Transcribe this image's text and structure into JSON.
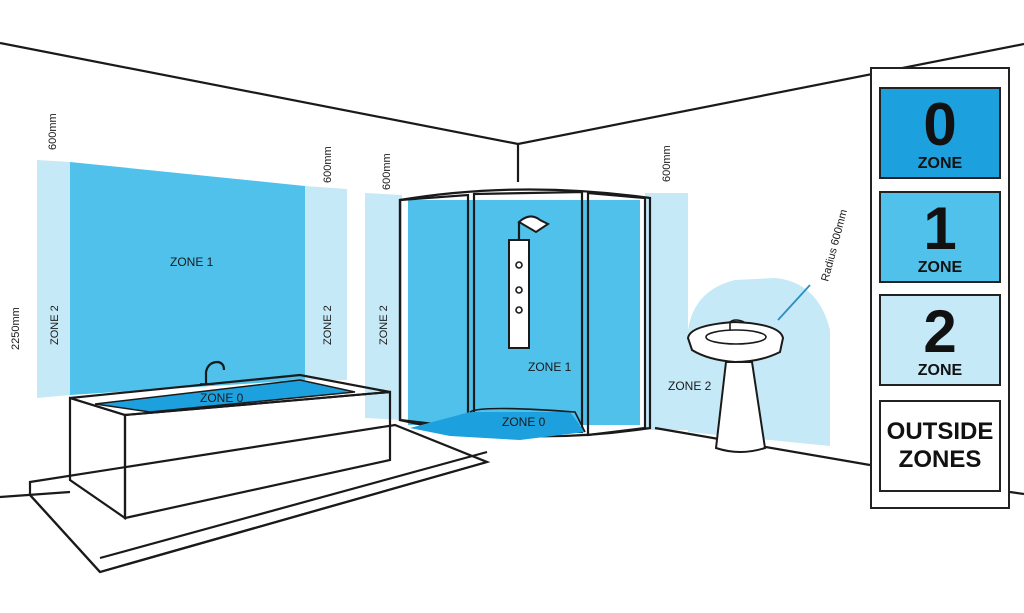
{
  "colors": {
    "zone0": "#1da1de",
    "zone1": "#4fc1eb",
    "zone2": "#c6e9f7",
    "outline": "#1a1a1a"
  },
  "labels": {
    "zone1_wall": "ZONE 1",
    "zone2_left": "ZONE 2",
    "zone2_mid": "ZONE 2",
    "zone2_shower": "ZONE 2",
    "zone2_sink": "ZONE 2",
    "zone0_bath": "ZONE 0",
    "zone1_shower": "ZONE 1",
    "zone0_shower": "ZONE 0",
    "height_2250": "2250mm",
    "width_600_a": "600mm",
    "width_600_b": "600mm",
    "width_600_c": "600mm",
    "width_600_d": "600mm",
    "radius": "Radius 600mm"
  },
  "legend": {
    "zone0": {
      "number": "0",
      "word": "ZONE"
    },
    "zone1": {
      "number": "1",
      "word": "ZONE"
    },
    "zone2": {
      "number": "2",
      "word": "ZONE"
    },
    "outside": {
      "line1": "OUTSIDE",
      "line2": "ZONES"
    }
  }
}
